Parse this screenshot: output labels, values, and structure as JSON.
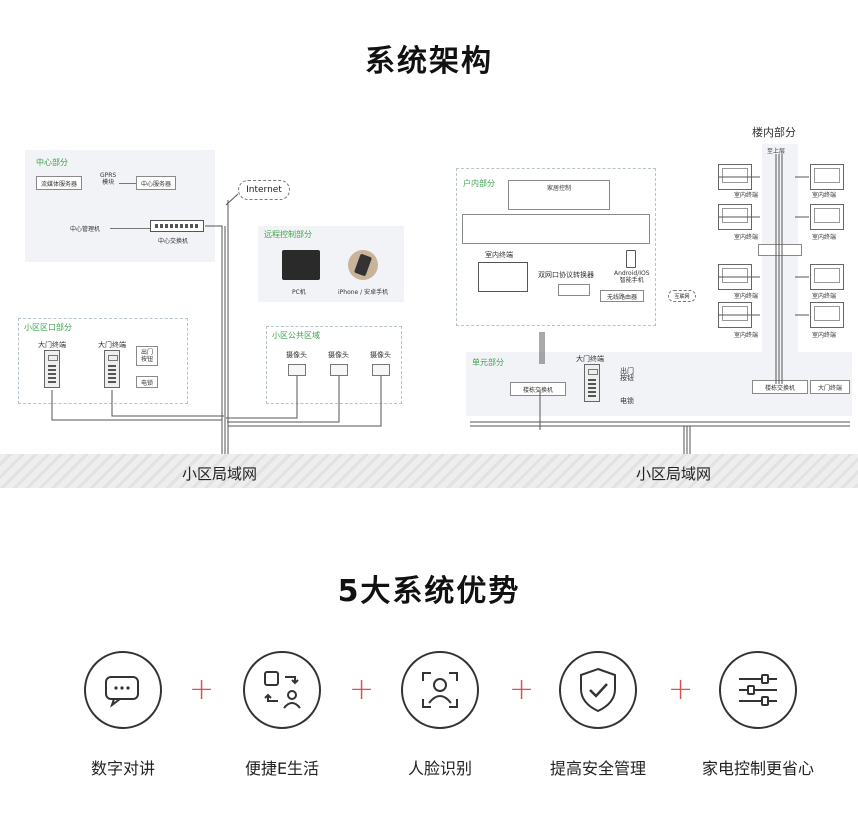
{
  "title_architecture": "系统架构",
  "title_advantages": "5大系统优势",
  "left": {
    "center": {
      "label": "中心部分",
      "media_server": "流媒体服务器",
      "gprs": "GPRS\n模块",
      "center_server": "中心服务器",
      "center_manager": "中心管理机",
      "center_switch": "中心交换机"
    },
    "internet": "Internet",
    "remote": {
      "label": "远程控制部分",
      "pc": "PC机",
      "phone": "iPhone / 安卓手机"
    },
    "entrance": {
      "label": "小区区口部分",
      "door1": "大门终端",
      "door2": "大门终端",
      "exit_button": "出门\n按钮",
      "lock": "电锁"
    },
    "public": {
      "label": "小区公共区域",
      "cam1": "摄像头",
      "cam2": "摄像头",
      "cam3": "摄像头"
    },
    "lan": "小区局域网"
  },
  "right": {
    "building_label": "楼内部分",
    "household": {
      "label": "户内部分",
      "home_control": "家居控制",
      "indoor_terminal": "室内终端",
      "converter": "双网口协议转换器",
      "smartphone": "Android/IOS\n智能手机",
      "router": "无线路由器",
      "internet_cloud": "互联网"
    },
    "unit": {
      "label": "单元部分",
      "door": "大门终端",
      "exit_button": "出门\n按钮",
      "lock": "电锁",
      "switch_left": "楼栋交换机",
      "switch_right": "楼栋交换机",
      "door_right": "大门终端"
    },
    "roof": "至上层",
    "indoor_terminal": "室内终端",
    "lan": "小区局域网"
  },
  "advantages": [
    {
      "icon": "chat-icon",
      "label": "数字对讲"
    },
    {
      "icon": "exchange-icon",
      "label": "便捷E生活"
    },
    {
      "icon": "face-id-icon",
      "label": "人脸识别"
    },
    {
      "icon": "shield-check-icon",
      "label": "提高安全管理"
    },
    {
      "icon": "sliders-icon",
      "label": "家电控制更省心"
    }
  ],
  "colors": {
    "accent_green": "#3fa34d",
    "plus_red": "#d9534f"
  }
}
